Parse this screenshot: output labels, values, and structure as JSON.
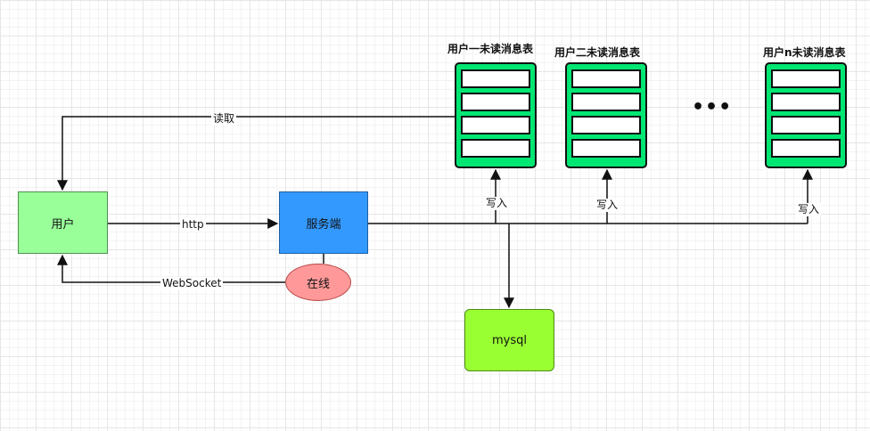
{
  "nodes": {
    "user": "用户",
    "server": "服务端",
    "online": "在线",
    "mysql": "mysql"
  },
  "tables": [
    {
      "title": "用户一未读消息表"
    },
    {
      "title": "用户二未读消息表"
    },
    {
      "title": "用户n未读消息表"
    }
  ],
  "ellipsis": "•••",
  "edges": {
    "read": "读取",
    "http": "http",
    "websocket": "WebSocket",
    "write": "写入"
  }
}
